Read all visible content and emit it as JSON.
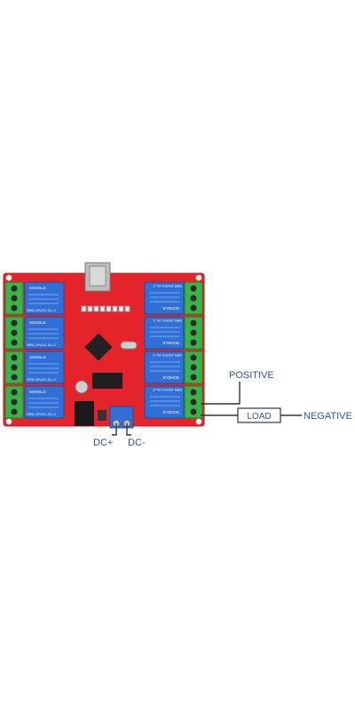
{
  "colors": {
    "pcb": "#e5232a",
    "pcb_dark": "#b8151b",
    "relay": "#2f6fd6",
    "relay_dark": "#1d4f9e",
    "terminal": "#3bb34a",
    "terminal_dark": "#23822f",
    "label": "#2f5597",
    "wire": "#333333"
  },
  "relays": {
    "left": [
      {
        "brand": "SONGLE",
        "model": "SRD-24VDC-SL-C"
      },
      {
        "brand": "SONGLE",
        "model": "SRD-24VDC-SL-C"
      },
      {
        "brand": "SONGLE",
        "model": "SRD-24VDC-SL-C"
      },
      {
        "brand": "SONGLE",
        "model": "SRD-24VDC-SL-C"
      }
    ],
    "right": [
      {
        "brand": "SONGLE",
        "model": "SRD-24VDC-SL-C"
      },
      {
        "brand": "SONGLE",
        "model": "SRD-24VDC-SL-C"
      },
      {
        "brand": "SONGLE",
        "model": "SRD-24VDC-SL-C"
      },
      {
        "brand": "SONGLE",
        "model": "SRD-24VDC-SL-C"
      }
    ]
  },
  "labels": {
    "positive": "POSITIVE",
    "load": "LOAD",
    "negative": "NEGATIVE",
    "dc_plus": "DC+",
    "dc_minus": "DC-"
  }
}
